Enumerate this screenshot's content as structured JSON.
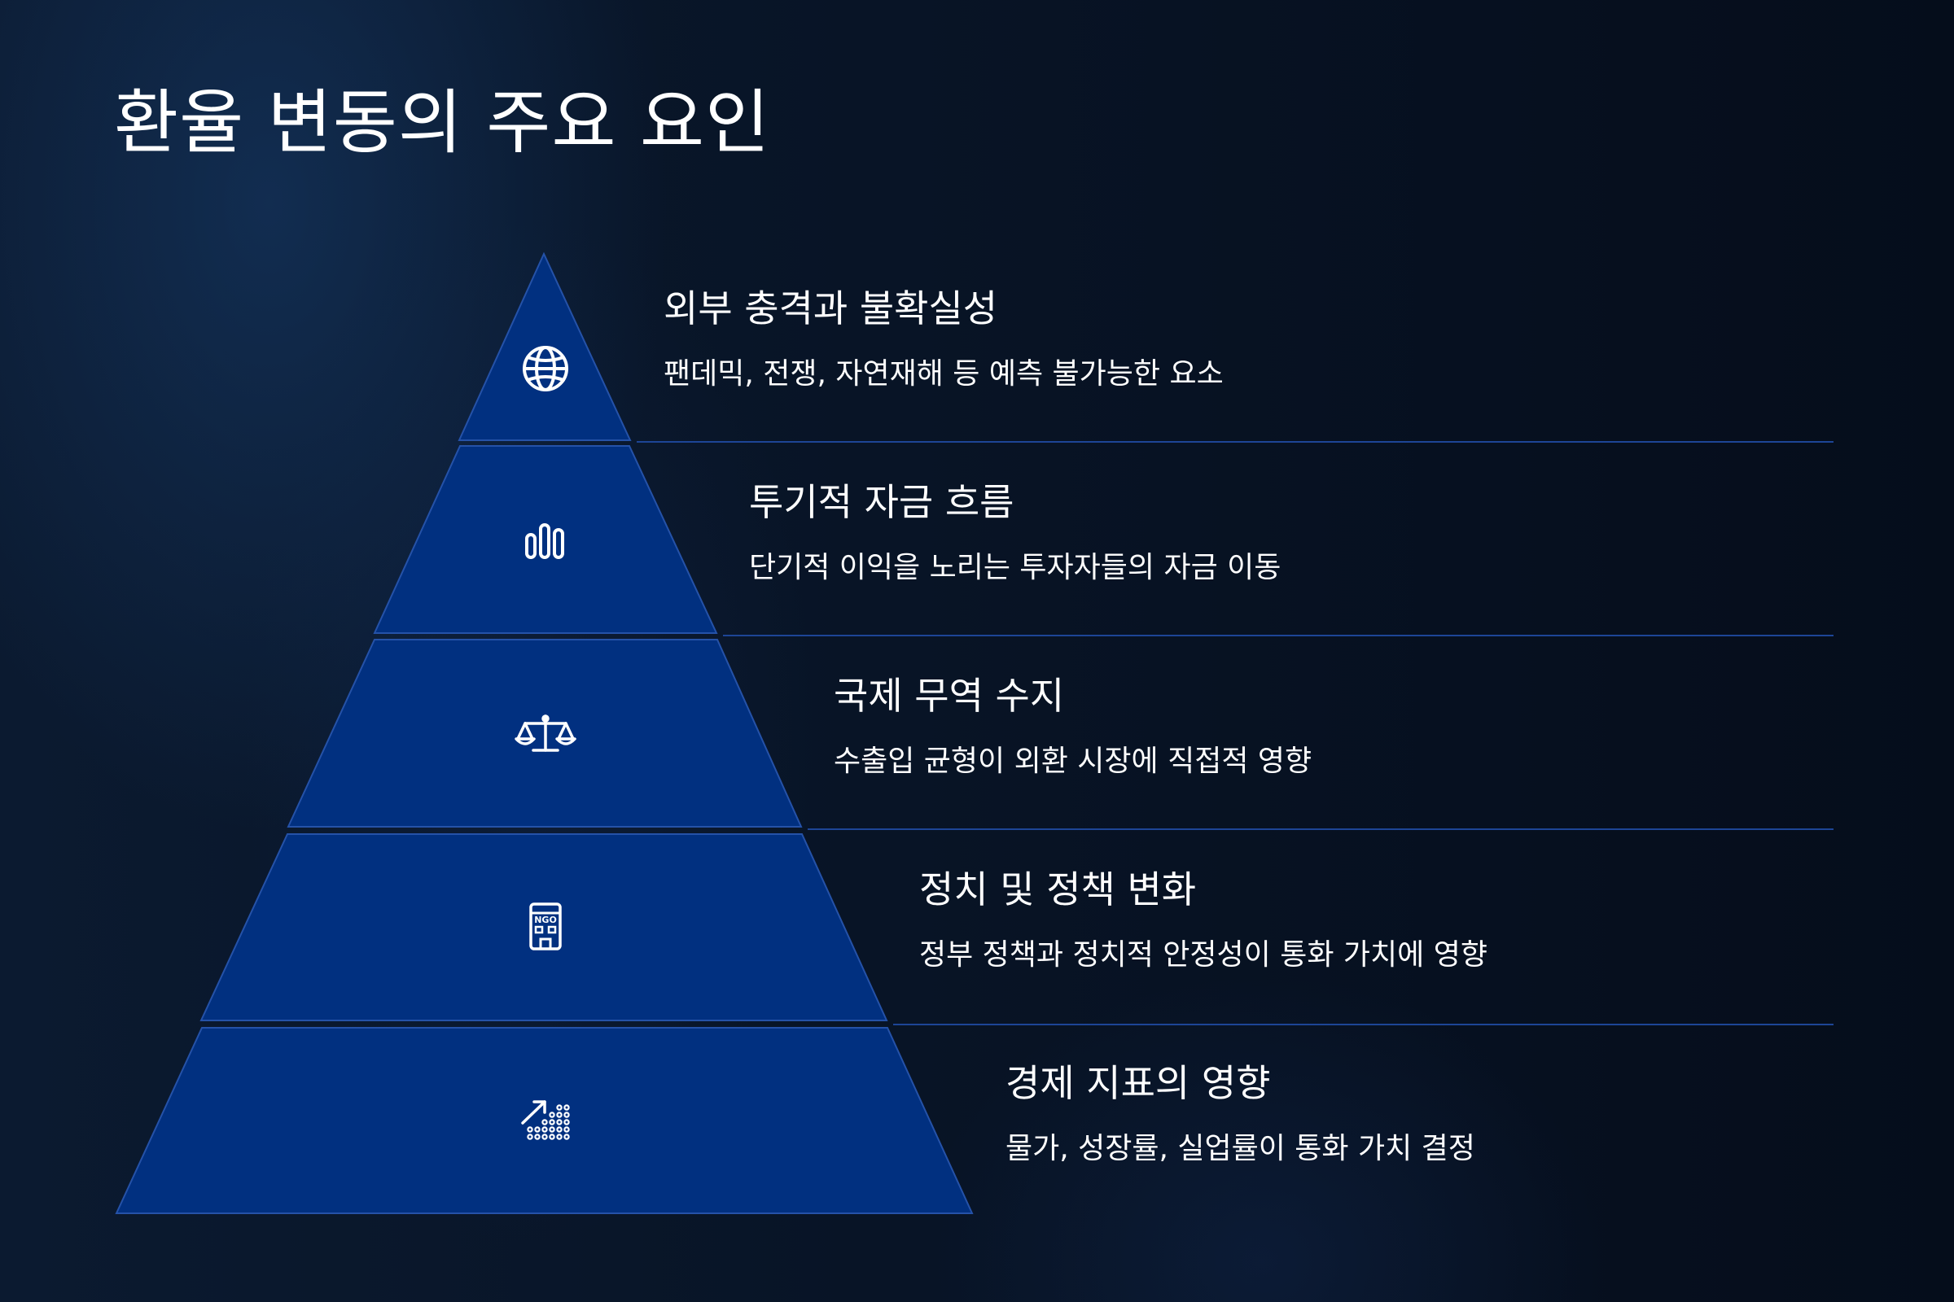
{
  "title": "환율 변동의 주요 요인",
  "colors": {
    "background": "#071224",
    "segment_fill": "#013080",
    "segment_stroke": "#2552a8",
    "divider": "#1d4596",
    "text": "#ffffff"
  },
  "levels": [
    {
      "title": "외부 충격과 불확실성",
      "description": "팬데믹, 전쟁, 자연재해 등 예측 불가능한 요소",
      "icon": "globe-icon"
    },
    {
      "title": "투기적 자금 흐름",
      "description": "단기적 이익을 노리는 투자자들의 자금 이동",
      "icon": "bar-chart-icon"
    },
    {
      "title": "국제 무역 수지",
      "description": "수출입 균형이 외환 시장에 직접적 영향",
      "icon": "scale-icon"
    },
    {
      "title": "정치 및 정책 변화",
      "description": "정부 정책과 정치적 안정성이 통화 가치에 영향",
      "icon": "ngo-building-icon",
      "icon_label": "NGO"
    },
    {
      "title": "경제 지표의 영향",
      "description": "물가, 성장률, 실업률이 통화 가치 결정",
      "icon": "growth-dots-icon"
    }
  ]
}
